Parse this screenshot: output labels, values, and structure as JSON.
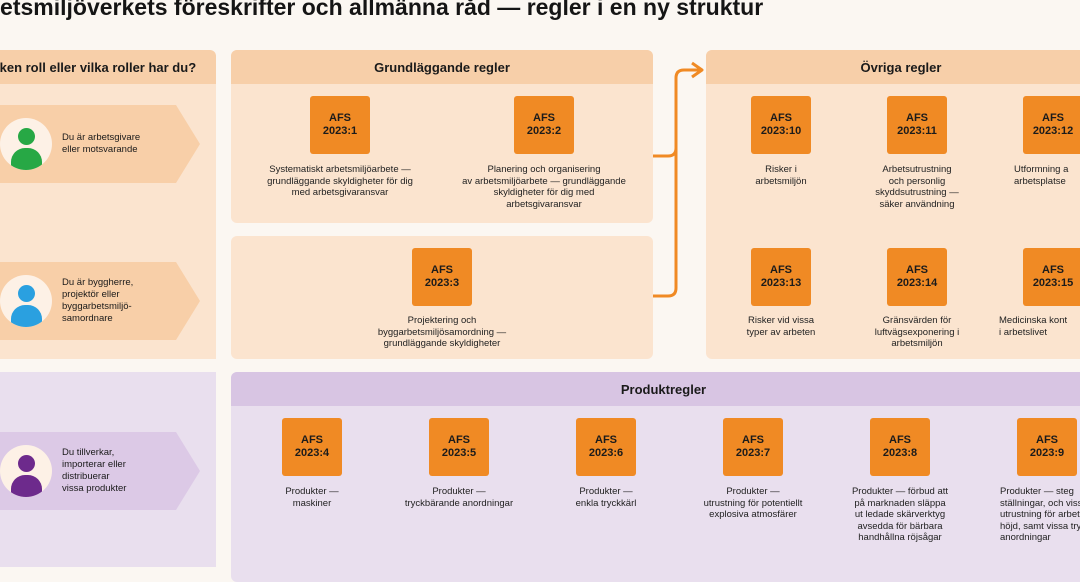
{
  "title": "betsmiljöverkets föreskrifter och allmänna råd — regler i en ny struktur",
  "roles": {
    "header": "lken roll eller vilka roller har du?",
    "items": [
      {
        "text": "Du är arbetsgivare\neller motsvarande",
        "avatar_color": "#27a845"
      },
      {
        "text": "Du är byggherre,\nprojektör eller\nbyggarbetsmiljö-\nsamordnare",
        "avatar_color": "#2aa0e0"
      },
      {
        "text": "Du tillverkar,\nimporterar eller\ndistribuerar\nvissa produkter",
        "avatar_color": "#6d2a8c"
      }
    ]
  },
  "grund": {
    "header": "Grundläggande regler",
    "cards": [
      {
        "code": "AFS",
        "num": "2023:1",
        "desc": "Systematiskt arbetsmiljöarbete —\ngrundläggande skyldigheter för dig\nmed arbetsgivaransvar"
      },
      {
        "code": "AFS",
        "num": "2023:2",
        "desc": "Planering och organisering\nav arbetsmiljöarbete — grundläggande\nskyldigheter för dig med\narbetsgivaransvar"
      },
      {
        "code": "AFS",
        "num": "2023:3",
        "desc": "Projektering och\nbyggarbetsmiljösamordning —\ngrundläggande skyldigheter"
      }
    ]
  },
  "ovriga": {
    "header": "Övriga regler",
    "cards": [
      {
        "code": "AFS",
        "num": "2023:10",
        "desc": "Risker i\narbetsmiljön"
      },
      {
        "code": "AFS",
        "num": "2023:11",
        "desc": "Arbetsutrustning\noch personlig\nskyddsutrustning —\nsäker användning"
      },
      {
        "code": "AFS",
        "num": "2023:12",
        "desc": "Utformning a\narbetsplatse"
      },
      {
        "code": "AFS",
        "num": "2023:13",
        "desc": "Risker vid vissa\ntyper av arbeten"
      },
      {
        "code": "AFS",
        "num": "2023:14",
        "desc": "Gränsvärden för\nluftvägsexponering i\narbetsmiljön"
      },
      {
        "code": "AFS",
        "num": "2023:15",
        "desc": "Medicinska kont\ni arbetslivet"
      }
    ]
  },
  "produkt": {
    "header": "Produktregler",
    "cards": [
      {
        "code": "AFS",
        "num": "2023:4",
        "desc": "Produkter —\nmaskiner"
      },
      {
        "code": "AFS",
        "num": "2023:5",
        "desc": "Produkter —\ntryckbärande anordningar"
      },
      {
        "code": "AFS",
        "num": "2023:6",
        "desc": "Produkter —\nenkla tryckkärl"
      },
      {
        "code": "AFS",
        "num": "2023:7",
        "desc": "Produkter —\nutrustning för potentiellt\nexplosiva atmosfärer"
      },
      {
        "code": "AFS",
        "num": "2023:8",
        "desc": "Produkter — förbud att\npå marknaden släppa\nut ledade skärverktyg\navsedda för bärbara\nhandhållna röjsågar"
      },
      {
        "code": "AFS",
        "num": "2023:9",
        "desc": "Produkter — steg\nställningar, och viss a\nutrustning för arbet\nhöjd, samt vissa tryc\nanordningar"
      }
    ]
  },
  "colors": {
    "afs_box": "#f08a24",
    "peach": "#fbe4cf",
    "lilac": "#e9dfee",
    "arrow": "#f08a24"
  }
}
